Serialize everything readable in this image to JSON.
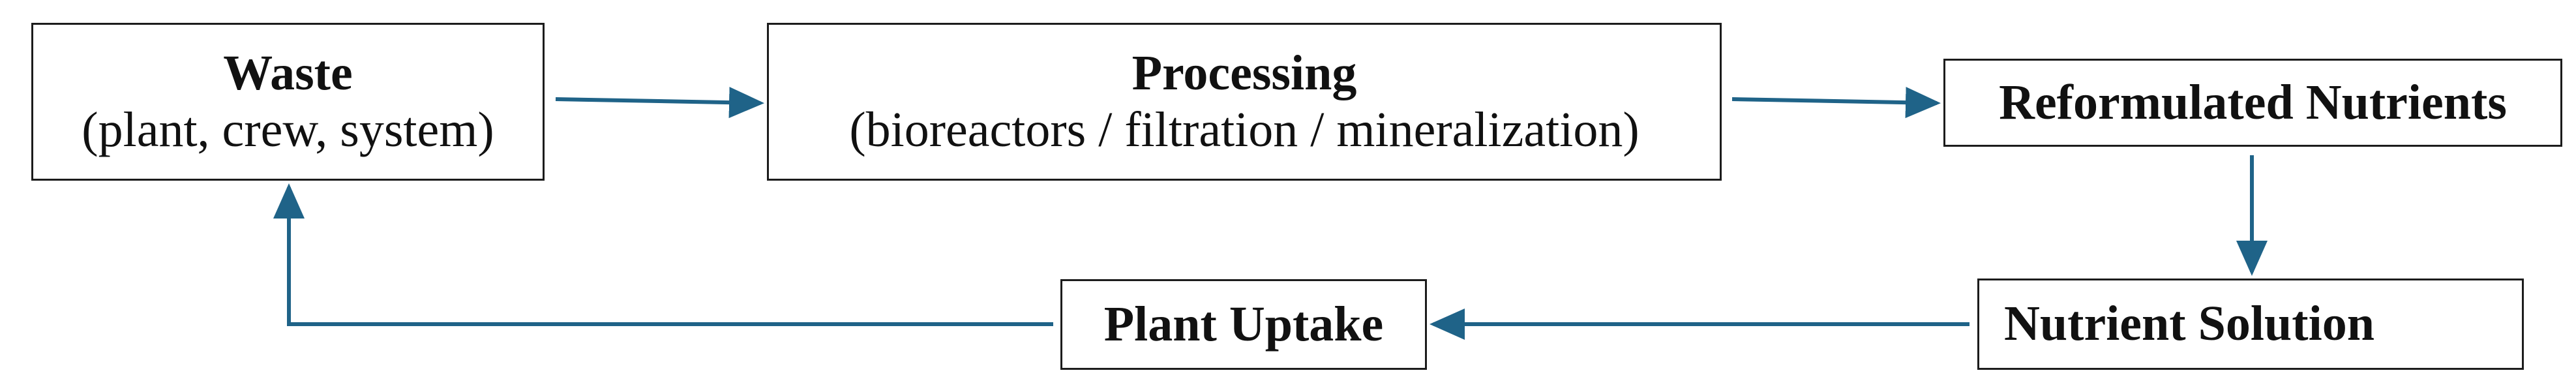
{
  "diagram": {
    "nodes": {
      "waste": {
        "title": "Waste",
        "subtitle": "(plant, crew, system)"
      },
      "processing": {
        "title": "Processing",
        "subtitle": "(bioreactors / filtration / mineralization)"
      },
      "reformulated": {
        "title": "Reformulated Nutrients"
      },
      "solution": {
        "title": "Nutrient Solution"
      },
      "uptake": {
        "title": "Plant Uptake"
      }
    },
    "edges": [
      {
        "from": "Waste",
        "to": "Processing"
      },
      {
        "from": "Processing",
        "to": "Reformulated Nutrients"
      },
      {
        "from": "Reformulated Nutrients",
        "to": "Nutrient Solution"
      },
      {
        "from": "Nutrient Solution",
        "to": "Plant Uptake"
      },
      {
        "from": "Plant Uptake",
        "to": "Waste"
      }
    ],
    "colors": {
      "arrow": "#1f6388",
      "box_border": "#1c1c1c",
      "text": "#111111",
      "background": "#ffffff"
    }
  }
}
